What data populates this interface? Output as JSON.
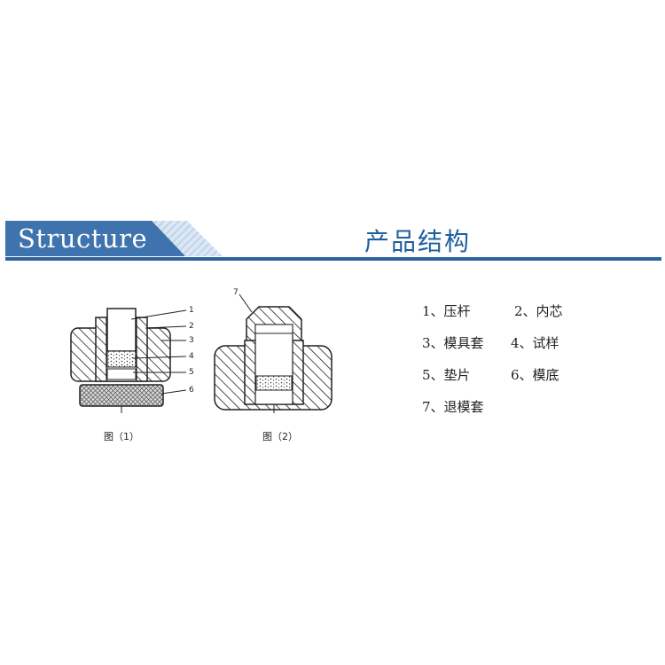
{
  "header": {
    "title_en": "Structure",
    "title_cn": "产品结构",
    "colors": {
      "band_dark": "#3f73ad",
      "band_light": "#cfe0f0",
      "rule": "#2f63a0",
      "title_cn": "#1f5f9e"
    }
  },
  "figures": [
    {
      "caption": "图（1）",
      "part_labels": [
        "1",
        "2",
        "3",
        "4",
        "5",
        "6"
      ]
    },
    {
      "caption": "图（2）",
      "part_labels": [
        "7"
      ]
    }
  ],
  "legend": [
    {
      "number": "1、",
      "name": "压杆"
    },
    {
      "number": "2、",
      "name": "内芯"
    },
    {
      "number": "3、",
      "name": "模具套"
    },
    {
      "number": "4、",
      "name": "试样"
    },
    {
      "number": "5、",
      "name": "垫片"
    },
    {
      "number": "6、",
      "name": "模底"
    },
    {
      "number": "7、",
      "name": "退模套"
    }
  ]
}
